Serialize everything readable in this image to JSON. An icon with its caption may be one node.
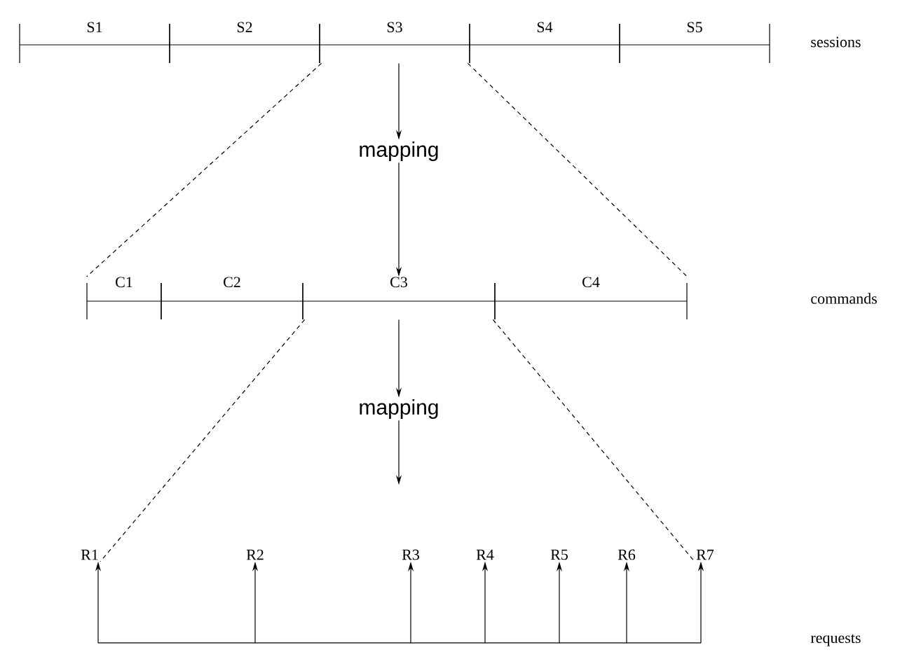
{
  "diagram": {
    "nodes": [
      {
        "text": [
          "S1"
        ]
      },
      {
        "text": [
          "S2"
        ]
      },
      {
        "text": [
          "S3"
        ]
      },
      {
        "text": [
          "S4"
        ]
      },
      {
        "text": [
          "S5"
        ]
      },
      {
        "text": [
          "mapping"
        ]
      },
      {
        "text": [
          "C1"
        ]
      },
      {
        "text": [
          "C2"
        ]
      },
      {
        "text": [
          "C3"
        ]
      },
      {
        "text": [
          "C4"
        ]
      },
      {
        "text": [
          "mapping"
        ]
      },
      {
        "text": [
          "R1"
        ]
      },
      {
        "text": [
          "R2"
        ]
      },
      {
        "text": [
          "R3"
        ]
      },
      {
        "text": [
          "R4"
        ]
      },
      {
        "text": [
          "R5"
        ]
      },
      {
        "text": [
          "R6"
        ]
      },
      {
        "text": [
          "R7"
        ]
      }
    ],
    "edges": [
      {
        "from": 2,
        "to": 5,
        "arrow": "to"
      },
      {
        "from": 5,
        "to": 8,
        "arrow": "to"
      },
      {
        "from": 2,
        "to": 6,
        "arrow": "none",
        "style": "dashed"
      },
      {
        "from": 2,
        "to": 9,
        "arrow": "none",
        "style": "dashed"
      },
      {
        "from": 8,
        "to": 10,
        "arrow": "to"
      },
      {
        "from": 10,
        "to": null,
        "arrow": "to"
      },
      {
        "from": 8,
        "to": 11,
        "arrow": "none",
        "style": "dashed"
      },
      {
        "from": 8,
        "to": 17,
        "arrow": "none",
        "style": "dashed"
      },
      {
        "from": null,
        "to": 11,
        "arrow": "to"
      },
      {
        "from": null,
        "to": 12,
        "arrow": "to"
      },
      {
        "from": null,
        "to": 13,
        "arrow": "to"
      },
      {
        "from": null,
        "to": 14,
        "arrow": "to"
      },
      {
        "from": null,
        "to": 15,
        "arrow": "to"
      },
      {
        "from": null,
        "to": 16,
        "arrow": "to"
      },
      {
        "from": null,
        "to": 17,
        "arrow": "to"
      }
    ],
    "labels": [
      "sessions",
      "commands",
      "requests"
    ]
  }
}
